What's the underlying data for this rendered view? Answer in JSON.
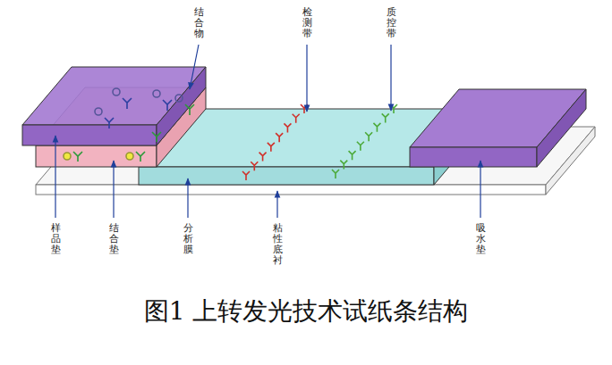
{
  "diagram": {
    "caption": "图1 上转发光技术试纸条结构",
    "labels": [
      "结合物",
      "检测带",
      "质控带",
      "样品垫",
      "结合垫",
      "分析膜",
      "粘性底衬",
      "吸水垫"
    ]
  }
}
